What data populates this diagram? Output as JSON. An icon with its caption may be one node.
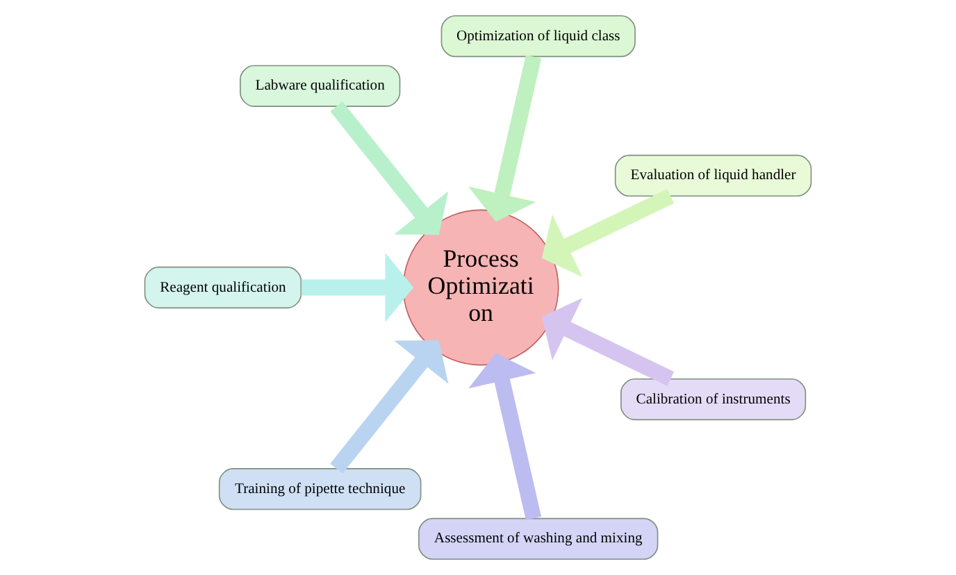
{
  "diagram": {
    "nodes": [
      {
        "text": [
          "Evaluation of liquid handler"
        ]
      },
      {
        "text": [
          "Optimization of liquid class"
        ]
      },
      {
        "text": [
          "Labware qualification"
        ]
      },
      {
        "text": [
          "Reagent qualification"
        ]
      },
      {
        "text": [
          "Training of pipette technique"
        ]
      },
      {
        "text": [
          "Assessment of washing and mixing"
        ]
      },
      {
        "text": [
          "Calibration of instruments"
        ]
      },
      {
        "text": [
          "Process Optimizati on"
        ]
      }
    ],
    "edges": [
      {
        "from": 0,
        "to": 7,
        "arrow": "to",
        "color": "#d4f5b8"
      },
      {
        "from": 1,
        "to": 7,
        "arrow": "to",
        "color": "#bff0bf"
      },
      {
        "from": 2,
        "to": 7,
        "arrow": "to",
        "color": "#b8f0cc"
      },
      {
        "from": 3,
        "to": 7,
        "arrow": "to",
        "color": "#b8f0ec"
      },
      {
        "from": 4,
        "to": 7,
        "arrow": "to",
        "color": "#b8d4f0"
      },
      {
        "from": 5,
        "to": 7,
        "arrow": "to",
        "color": "#bcbcf0"
      },
      {
        "from": 6,
        "to": 7,
        "arrow": "to",
        "color": "#d6c4f0"
      }
    ]
  }
}
